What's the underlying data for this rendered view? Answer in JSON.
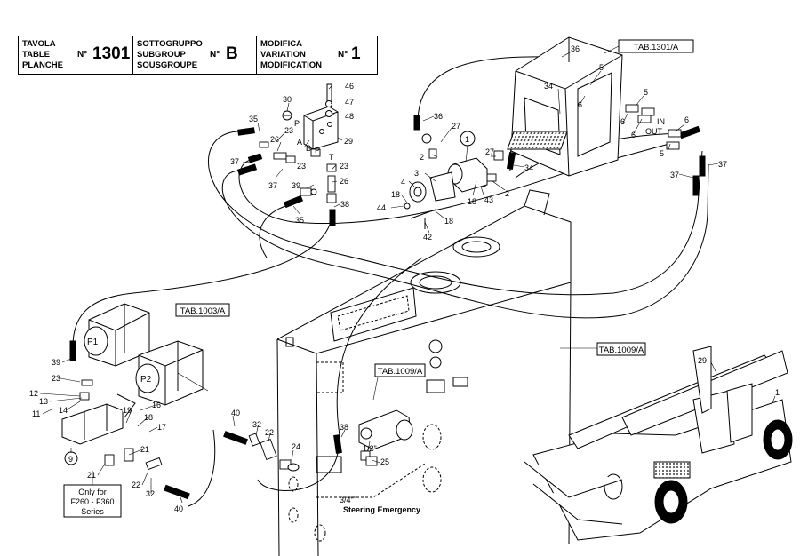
{
  "header": {
    "table": {
      "labels": [
        "TAVOLA",
        "TABLE",
        "PLANCHE"
      ],
      "no": "N° ",
      "value": "1301"
    },
    "subgroup": {
      "labels": [
        "SOTTOGRUPPO",
        "SUBGROUP",
        "SOUSGROUPE"
      ],
      "no": "N°",
      "value": "B"
    },
    "modification": {
      "labels": [
        "MODIFICA",
        "VARIATION",
        "MODIFICATION"
      ],
      "no": "N°",
      "value": "1"
    }
  },
  "refs": {
    "tab_1301a": "TAB.1301/A",
    "tab_1003a": "TAB.1003/A",
    "tab_1009a_small": "TAB.1009/A",
    "tab_1009a_main": "TAB.1009/A"
  },
  "annotations": {
    "in": "IN",
    "out": "OUT",
    "half_inch": "1/2\"",
    "three_quarter": "3/4\"",
    "steering_emergency": "Steering Emergency",
    "series_note": [
      "Only for",
      "F260 - F360",
      "Series"
    ],
    "pump_p1": "P1",
    "pump_p2": "P2",
    "port_p_top": "P",
    "port_a": "A",
    "port_b": "B",
    "port_p": "P",
    "port_t": "T"
  },
  "callouts": [
    {
      "id": "c46",
      "n": "46"
    },
    {
      "id": "c47",
      "n": "47"
    },
    {
      "id": "c48",
      "n": "48"
    },
    {
      "id": "c30",
      "n": "30"
    },
    {
      "id": "c35a",
      "n": "35"
    },
    {
      "id": "c23a",
      "n": "23"
    },
    {
      "id": "c26a",
      "n": "26"
    },
    {
      "id": "c29a",
      "n": "29"
    },
    {
      "id": "c37a",
      "n": "37"
    },
    {
      "id": "c23b",
      "n": "23"
    },
    {
      "id": "c37b",
      "n": "37"
    },
    {
      "id": "c23c",
      "n": "23"
    },
    {
      "id": "c39a",
      "n": "39"
    },
    {
      "id": "c26b",
      "n": "26"
    },
    {
      "id": "c38a",
      "n": "38"
    },
    {
      "id": "c35b",
      "n": "35"
    },
    {
      "id": "c36a",
      "n": "36"
    },
    {
      "id": "c27a",
      "n": "27"
    },
    {
      "id": "c2a",
      "n": "2"
    },
    {
      "id": "c1a",
      "n": "1"
    },
    {
      "id": "c3",
      "n": "3"
    },
    {
      "id": "c4",
      "n": "4"
    },
    {
      "id": "c18a",
      "n": "18"
    },
    {
      "id": "c44",
      "n": "44"
    },
    {
      "id": "c18b",
      "n": "18"
    },
    {
      "id": "c42",
      "n": "42"
    },
    {
      "id": "c27b",
      "n": "27"
    },
    {
      "id": "c34a",
      "n": "34"
    },
    {
      "id": "c43",
      "n": "43"
    },
    {
      "id": "c18c",
      "n": "18"
    },
    {
      "id": "c2b",
      "n": "2"
    },
    {
      "id": "c36b",
      "n": "36"
    },
    {
      "id": "c5a",
      "n": "5"
    },
    {
      "id": "c34b",
      "n": "34"
    },
    {
      "id": "c6a",
      "n": "6"
    },
    {
      "id": "c5b",
      "n": "5"
    },
    {
      "id": "c6b",
      "n": "6"
    },
    {
      "id": "c6c",
      "n": "6"
    },
    {
      "id": "c6d",
      "n": "6"
    },
    {
      "id": "c5c",
      "n": "5"
    },
    {
      "id": "c37c",
      "n": "37"
    },
    {
      "id": "c37d",
      "n": "37"
    },
    {
      "id": "c39b",
      "n": "39"
    },
    {
      "id": "c23d",
      "n": "23"
    },
    {
      "id": "c12",
      "n": "12"
    },
    {
      "id": "c13",
      "n": "13"
    },
    {
      "id": "c11",
      "n": "11"
    },
    {
      "id": "c14",
      "n": "14"
    },
    {
      "id": "c16",
      "n": "16"
    },
    {
      "id": "c19",
      "n": "19"
    },
    {
      "id": "c18d",
      "n": "18"
    },
    {
      "id": "c17",
      "n": "17"
    },
    {
      "id": "c9",
      "n": "9"
    },
    {
      "id": "c21a",
      "n": "21"
    },
    {
      "id": "c21b",
      "n": "21"
    },
    {
      "id": "c22a",
      "n": "22"
    },
    {
      "id": "c32a",
      "n": "32"
    },
    {
      "id": "c40a",
      "n": "40"
    },
    {
      "id": "c32b",
      "n": "32"
    },
    {
      "id": "c22b",
      "n": "22"
    },
    {
      "id": "c40b",
      "n": "40"
    },
    {
      "id": "c24",
      "n": "24"
    },
    {
      "id": "c38b",
      "n": "38"
    },
    {
      "id": "c25",
      "n": "25"
    },
    {
      "id": "c29b",
      "n": "29"
    },
    {
      "id": "c1b",
      "n": "1"
    }
  ]
}
